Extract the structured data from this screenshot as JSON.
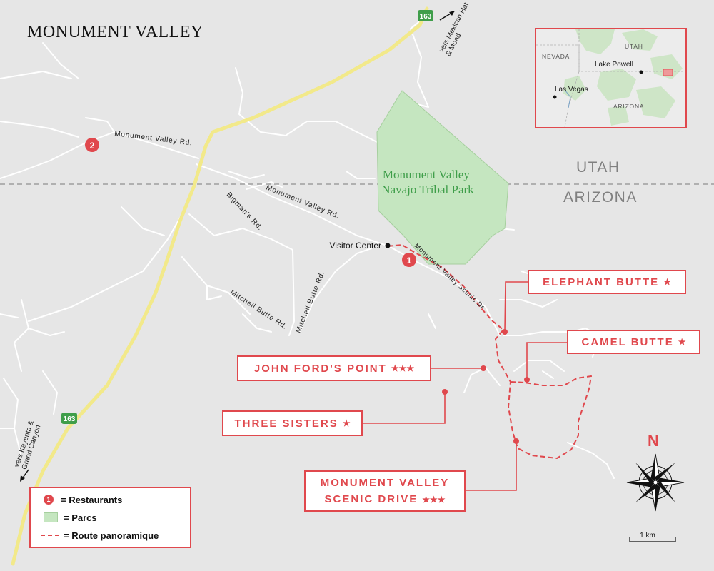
{
  "title": "MONUMENT VALLEY",
  "highway_number": "163",
  "directions": {
    "north": [
      "vers Mexican Hat",
      "& Moad"
    ],
    "south": [
      "vers Kayenta &",
      "Grand Canyon"
    ]
  },
  "roads": {
    "monument_valley_rd_1": "Monument Valley Rd.",
    "monument_valley_rd_2": "Monument Valley Rd.",
    "bigmans_rd": "Bigman's Rd.",
    "mitchell_butte_rd": "Mitchell Butte Rd.",
    "mitchell_butte_rd_2": "Mitchell Butte Rd.",
    "scenic_dr": "Monument Valley Scenic Dr."
  },
  "park": {
    "line1": "Monument Valley",
    "line2": "Navajo Tribal Park"
  },
  "states": {
    "utah": "UTAH",
    "arizona": "ARIZONA"
  },
  "visitor_center": "Visitor Center",
  "restaurants": [
    {
      "number": "1"
    },
    {
      "number": "2"
    }
  ],
  "points_of_interest": [
    {
      "name": "ELEPHANT BUTTE",
      "stars": "★"
    },
    {
      "name": "CAMEL BUTTE",
      "stars": "★"
    },
    {
      "name": "JOHN FORD'S POINT",
      "stars": "★★★"
    },
    {
      "name": "THREE SISTERS",
      "stars": "★"
    },
    {
      "name_line1": "MONUMENT VALLEY",
      "name_line2": "SCENIC DRIVE",
      "stars": "★★★"
    }
  ],
  "legend": {
    "restaurants_symbol": "1",
    "restaurants": "= Restaurants",
    "parks": "= Parcs",
    "route": "= Route panoramique"
  },
  "inset": {
    "nevada": "NEVADA",
    "utah": "UTAH",
    "arizona": "ARIZONA",
    "lake_powell": "Lake Powell",
    "las_vegas": "Las Vegas"
  },
  "compass": {
    "letter": "N"
  },
  "scale": {
    "label": "1 km"
  },
  "colors": {
    "accent": "#e0484d",
    "park": "#c5e6c0",
    "highway": "#f2e98a",
    "background": "#e6e6e6"
  }
}
